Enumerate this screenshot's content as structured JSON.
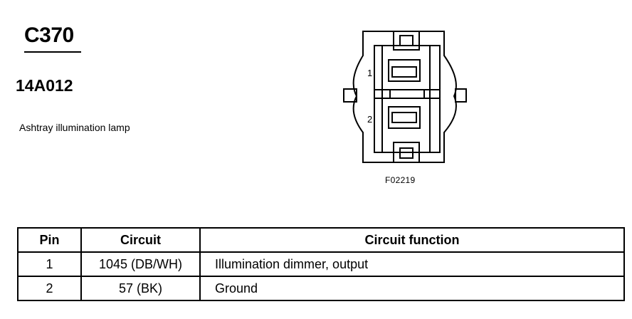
{
  "connector": {
    "id": "C370",
    "part_number": "14A012",
    "description": "Ashtray illumination lamp"
  },
  "diagram": {
    "pin_labels": [
      "1",
      "2"
    ],
    "figure_code": "F02219"
  },
  "table": {
    "headers": [
      "Pin",
      "Circuit",
      "Circuit function"
    ],
    "rows": [
      {
        "pin": "1",
        "circuit": "1045 (DB/WH)",
        "function": "Illumination dimmer, output"
      },
      {
        "pin": "2",
        "circuit": "57 (BK)",
        "function": "Ground"
      }
    ]
  }
}
